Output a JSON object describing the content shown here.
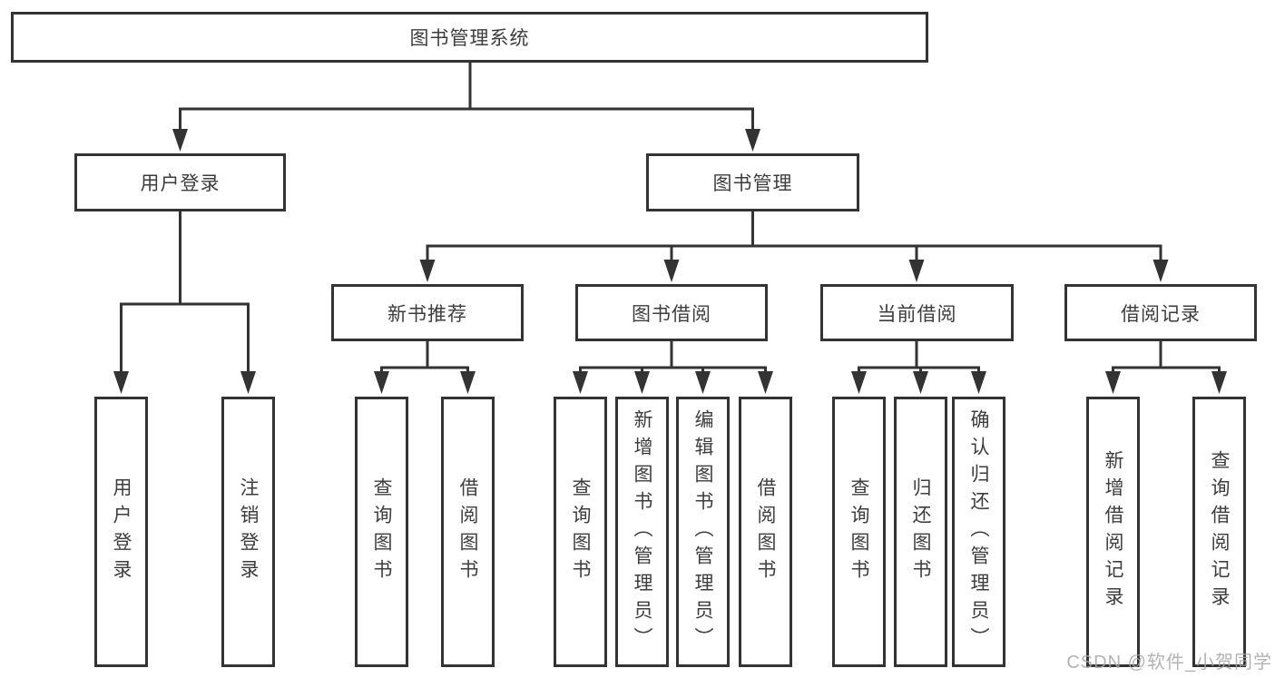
{
  "diagram": {
    "root": {
      "label": "图书管理系统"
    },
    "children": [
      {
        "id": "user-login",
        "label": "用户登录",
        "children": [
          {
            "label": "用户登录"
          },
          {
            "label": "注销登录"
          }
        ]
      },
      {
        "id": "book-management",
        "label": "图书管理",
        "children": [
          {
            "id": "new-book-recommend",
            "label": "新书推荐",
            "children": [
              {
                "label": "查询图书"
              },
              {
                "label": "借阅图书"
              }
            ]
          },
          {
            "id": "book-borrow",
            "label": "图书借阅",
            "children": [
              {
                "label": "查询图书"
              },
              {
                "label": "新增图书（管理员）"
              },
              {
                "label": "编辑图书（管理员）"
              },
              {
                "label": "借阅图书"
              }
            ]
          },
          {
            "id": "current-borrow",
            "label": "当前借阅",
            "children": [
              {
                "label": "查询图书"
              },
              {
                "label": "归还图书"
              },
              {
                "label": "确认归还（管理员）"
              }
            ]
          },
          {
            "id": "borrow-records",
            "label": "借阅记录",
            "children": [
              {
                "label": "新增借阅记录"
              },
              {
                "label": "查询借阅记录"
              }
            ]
          }
        ]
      }
    ]
  },
  "watermark": {
    "text": "CSDN @软件_小贺同学"
  },
  "colors": {
    "line": "#333333",
    "text": "#3d3d3d",
    "watermark": "#a6a6a6",
    "background": "#ffffff"
  }
}
